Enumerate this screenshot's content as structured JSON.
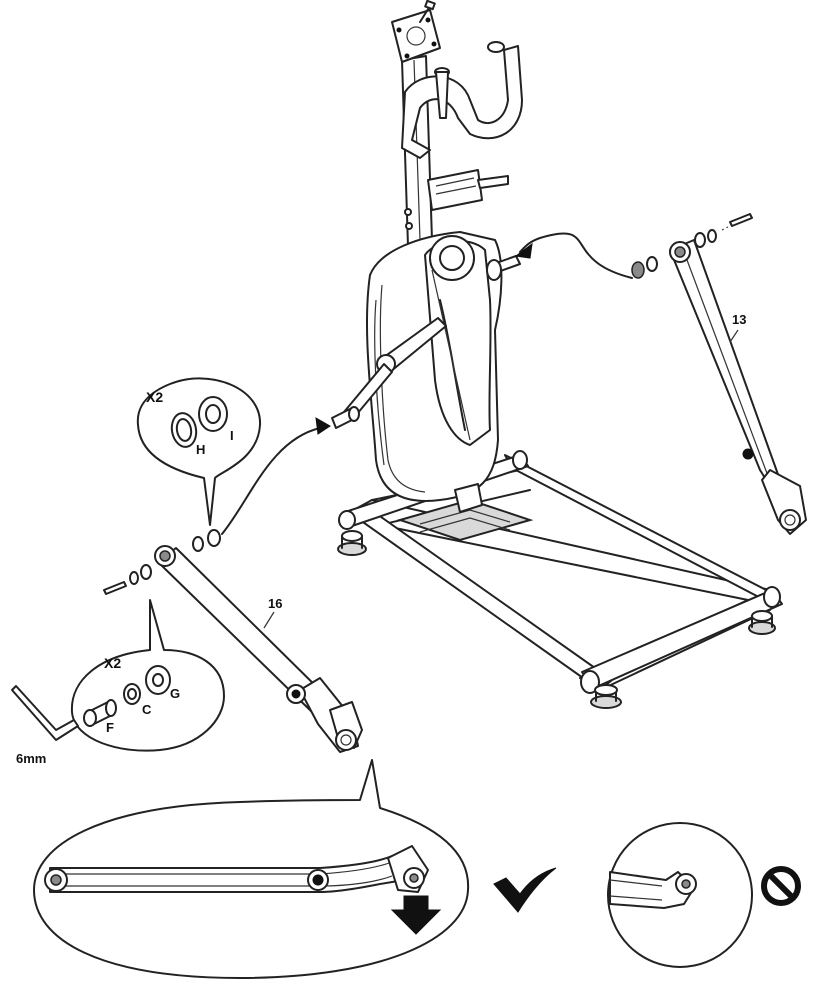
{
  "labels": {
    "pedal_arm_right": "13",
    "pedal_arm_left": "16",
    "qty_top": "X2",
    "qty_bottom": "X2",
    "part_h": "H",
    "part_i": "I",
    "part_f": "F",
    "part_c": "C",
    "part_g": "G",
    "tool_size": "6mm"
  },
  "icons": {
    "correct": "checkmark-icon",
    "incorrect": "prohibited-icon",
    "direction": "down-arrow-icon"
  }
}
